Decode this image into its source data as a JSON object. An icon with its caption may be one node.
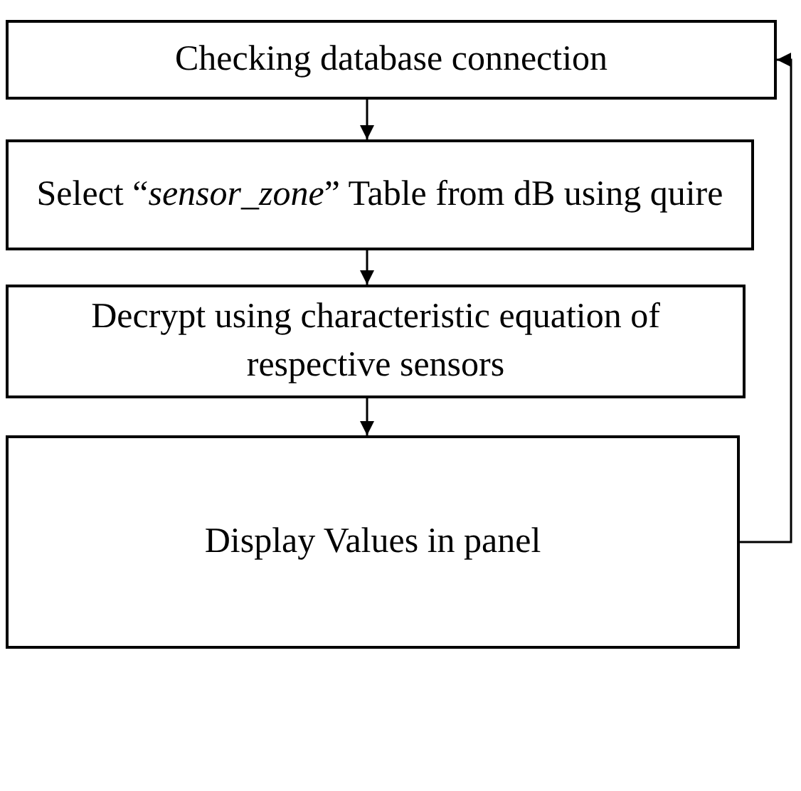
{
  "diagram": {
    "nodes": [
      {
        "text": [
          "Checking database connection"
        ]
      },
      {
        "text": [
          "Select “*sensor_zone*” Table from dB using quire"
        ]
      },
      {
        "text": [
          "Decrypt using characteristic equation of respective sensors"
        ]
      },
      {
        "text": [
          "Display Values in panel"
        ]
      }
    ],
    "edges": [
      {
        "from": 0,
        "to": 1,
        "arrow": "to"
      },
      {
        "from": 1,
        "to": 2,
        "arrow": "to"
      },
      {
        "from": 2,
        "to": 3,
        "arrow": "to"
      },
      {
        "from": 3,
        "to": 0,
        "arrow": "to"
      }
    ]
  }
}
